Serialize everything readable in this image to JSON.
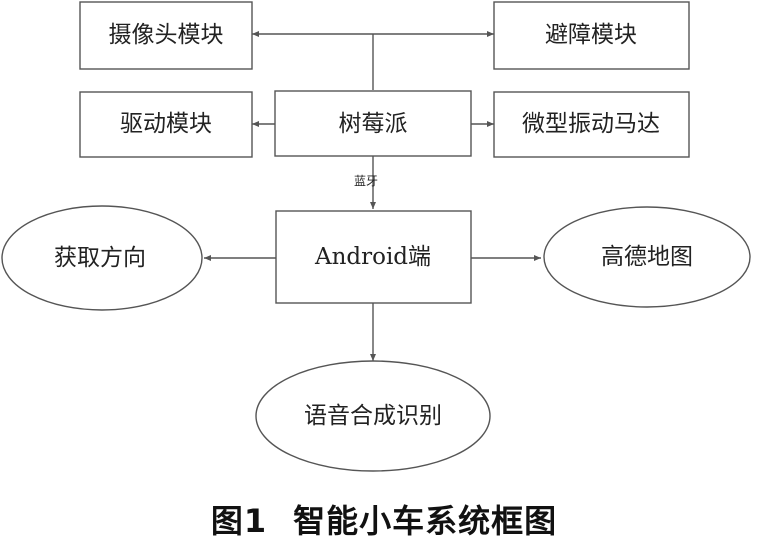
{
  "diagram": {
    "nodes": {
      "camera": "摄像头模块",
      "obstacle": "避障模块",
      "drive": "驱动模块",
      "raspberry": "树莓派",
      "vibration": "微型振动马达",
      "android": "Android端",
      "direction": "获取方向",
      "amap": "高德地图",
      "speech": "语音合成识别"
    },
    "edge_labels": {
      "bluetooth": "蓝牙"
    }
  },
  "caption": {
    "number": "图1",
    "title": "智能小车系统框图"
  },
  "colors": {
    "stroke": "#555555",
    "text": "#222222"
  }
}
